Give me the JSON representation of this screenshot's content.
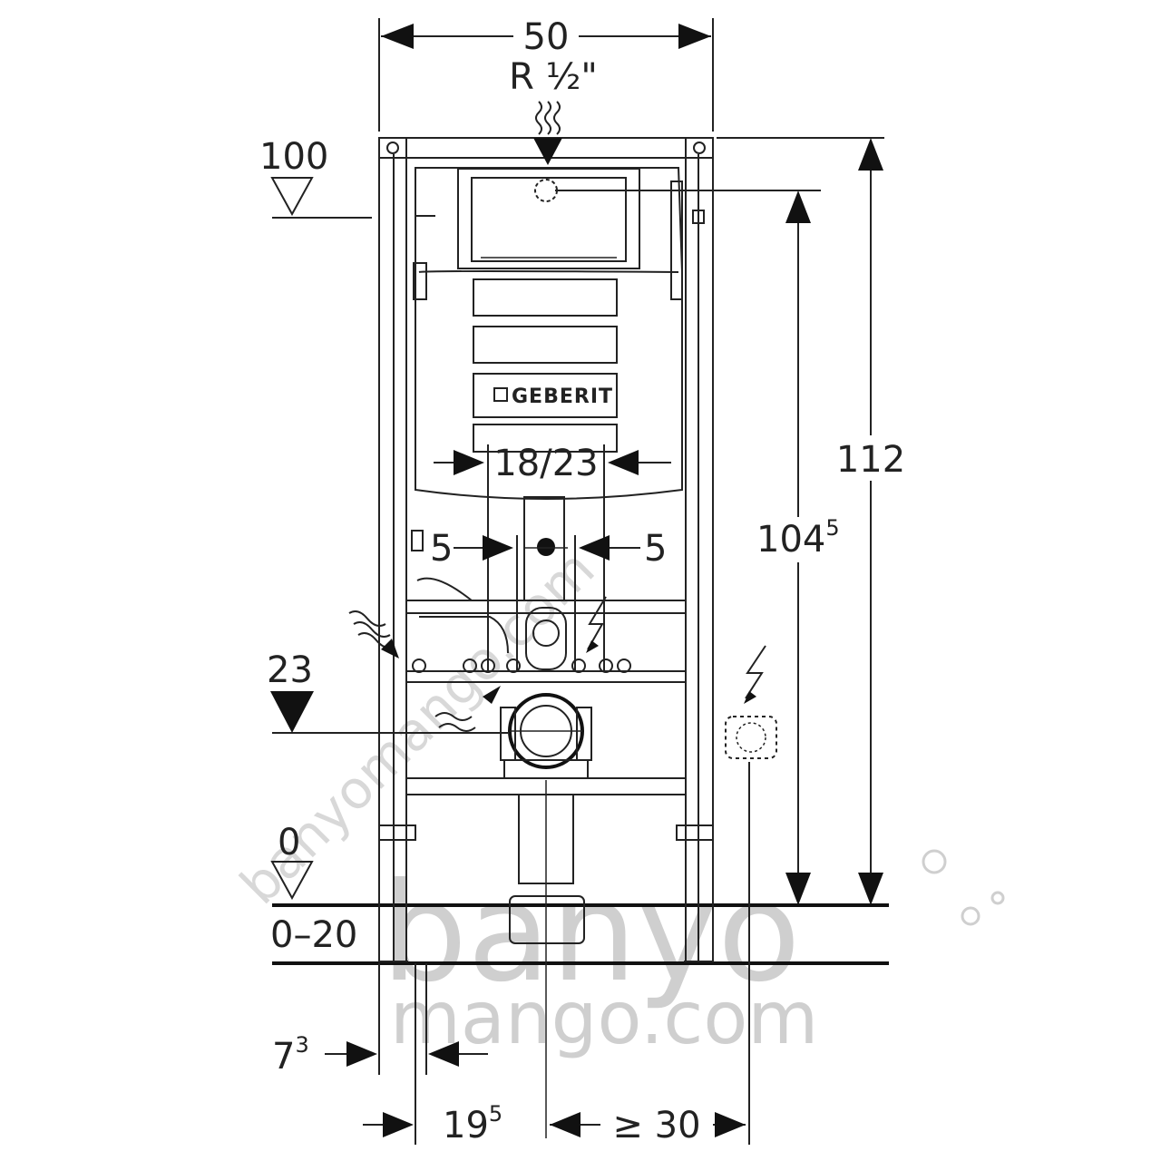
{
  "dimensions": {
    "width_top": "50",
    "pipe_thread": "R ½\"",
    "level_100": "100",
    "level_23": "23",
    "level_0": "0",
    "floor_range": "0–20",
    "height_112": "112",
    "height_104": "104",
    "height_104_sup": "5",
    "center_18_23": "18/23",
    "offset_left_5": "5",
    "offset_right_5": "5",
    "leg_7": "7",
    "leg_7_sup": "3",
    "offset_19": "19",
    "offset_19_sup": "5",
    "min_30": "≥ 30"
  },
  "brand": {
    "logo_text": "GEBERIT"
  },
  "watermark": {
    "line1": "banyo",
    "line2": "mango.com",
    "diagonal": "banyomango.com"
  },
  "colors": {
    "line": "#222222",
    "watermark": "#cfcfcf",
    "watermark_accent": "#f2c7b8"
  }
}
